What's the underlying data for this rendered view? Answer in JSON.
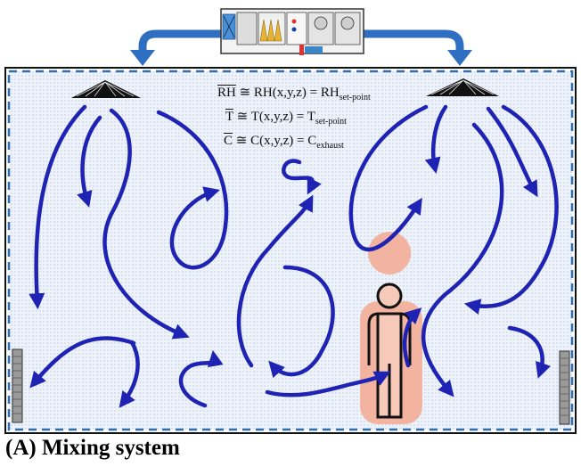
{
  "equations": {
    "rh": {
      "lhs": "RH",
      "middle": " ≅ RH(x,y,z) = RH",
      "sub": "set-point"
    },
    "t": {
      "lhs": "T",
      "middle": " ≅ T(x,y,z) = T",
      "sub": "set-point"
    },
    "c": {
      "lhs": "C",
      "middle": " ≅ C(x,y,z) = C",
      "sub": "exhaust"
    }
  },
  "caption": "(A) Mixing system",
  "colors": {
    "airflow": "#1e23b4",
    "duct_arrow": "#2f6fc2",
    "room_border": "#2c6fb3",
    "room_fill": "#e9eef8",
    "occupant_halo": "#f2b3a1",
    "occupant_outline": "#111111",
    "diffuser": "#111111",
    "exhaust_grille": "#9a9a9a"
  },
  "icons": {
    "ahu": "air-handling-unit-icon",
    "diffuser": "ceiling-diffuser-icon",
    "person": "occupant-icon",
    "grille": "exhaust-grille-icon"
  }
}
